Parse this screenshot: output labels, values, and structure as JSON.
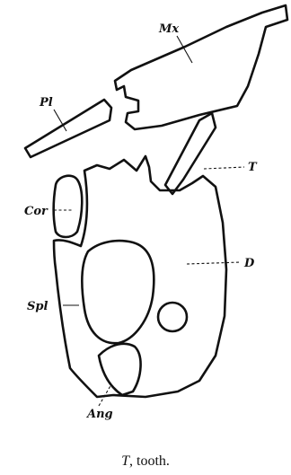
{
  "labels": {
    "mx": "Mx",
    "pl": "Pl",
    "t": "T",
    "cor": "Cor",
    "d": "D",
    "spl": "Spl",
    "ang": "Ang"
  },
  "caption": {
    "letter": "T",
    "text": ", tooth."
  }
}
